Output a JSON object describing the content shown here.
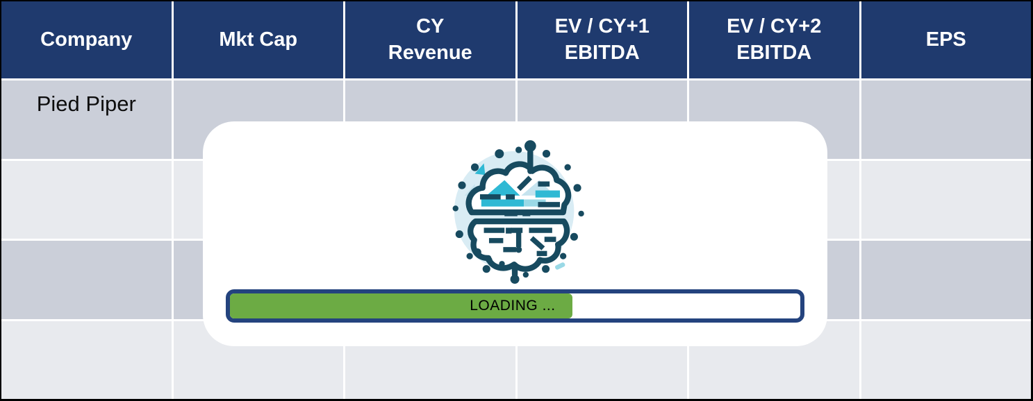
{
  "header": {
    "columns": [
      "Company",
      "Mkt Cap",
      "CY\nRevenue",
      "EV / CY+1\nEBITDA",
      "EV / CY+2\nEBITDA",
      "EPS"
    ]
  },
  "rows": [
    {
      "company": "Pied Piper",
      "mkt_cap": "",
      "cy_revenue": "",
      "ev_cy1_ebitda": "",
      "ev_cy2_ebitda": "",
      "eps": ""
    },
    {
      "company": "",
      "mkt_cap": "",
      "cy_revenue": "",
      "ev_cy1_ebitda": "",
      "ev_cy2_ebitda": "",
      "eps": ""
    },
    {
      "company": "",
      "mkt_cap": "",
      "cy_revenue": "",
      "ev_cy1_ebitda": "",
      "ev_cy2_ebitda": "",
      "eps": ""
    },
    {
      "company": "",
      "mkt_cap": "",
      "cy_revenue": "",
      "ev_cy1_ebitda": "",
      "ev_cy2_ebitda": "",
      "eps": ""
    }
  ],
  "loading_overlay": {
    "label": "LOADING ...",
    "progress_percent": 60,
    "icon": "brain-circuit-icon"
  },
  "colors": {
    "header_bg": "#1F3A6E",
    "row_dark": "#CBCFD9",
    "row_light": "#E8EAEE",
    "progress_border": "#24437E",
    "progress_fill": "#6CAB44",
    "icon_dark_teal": "#174A5F",
    "icon_cyan": "#2FB9D4",
    "icon_pale_blue": "#D9ECF4"
  }
}
